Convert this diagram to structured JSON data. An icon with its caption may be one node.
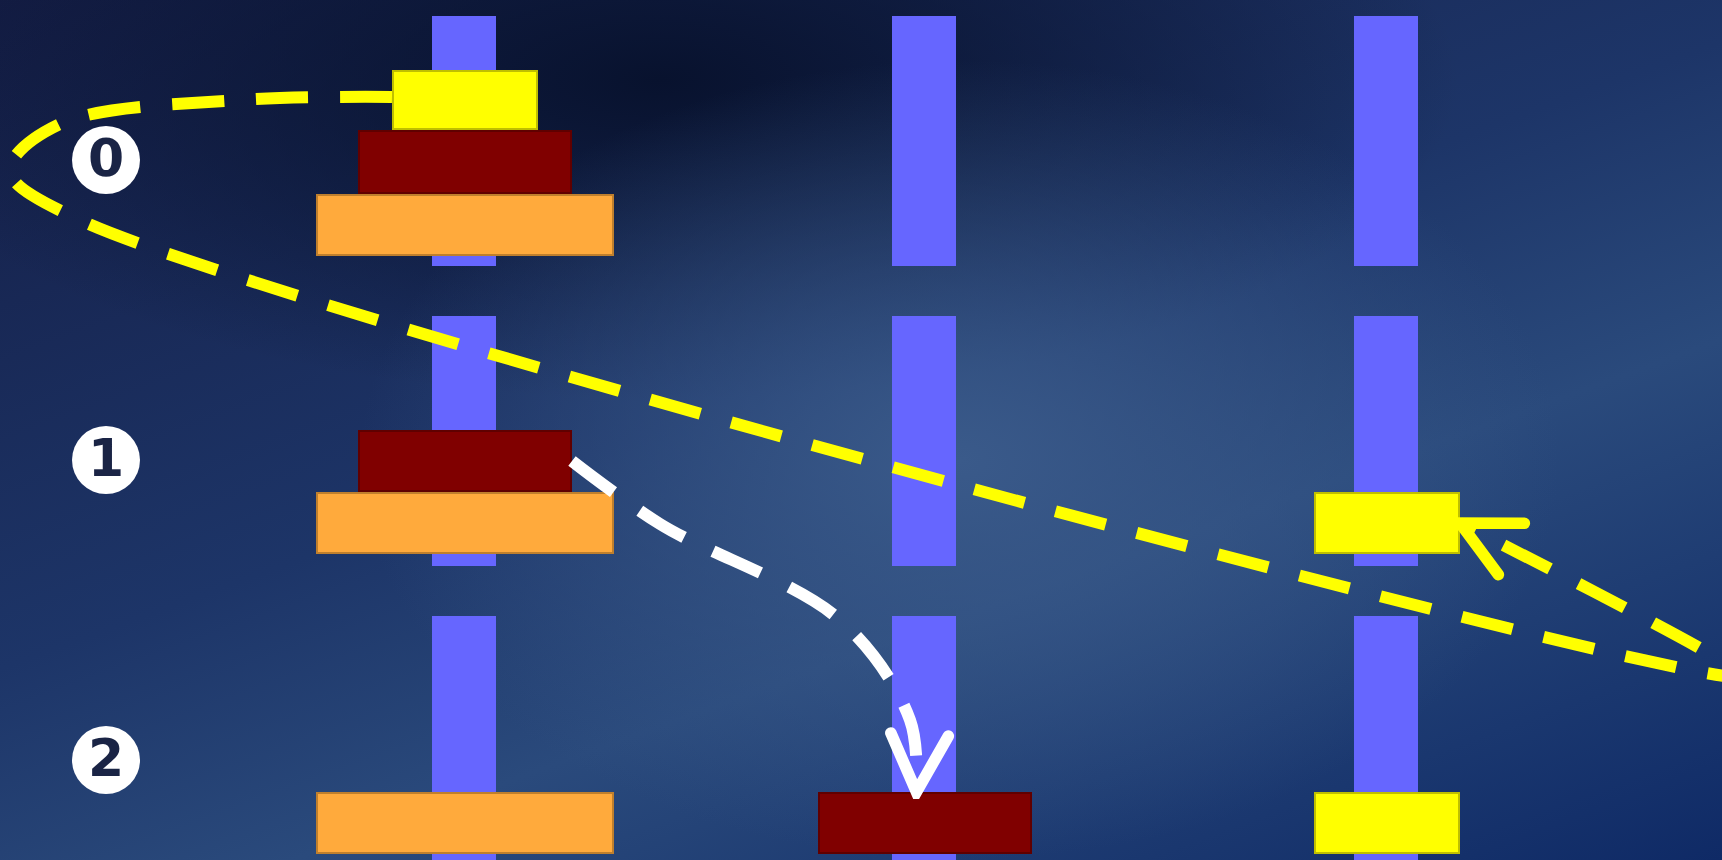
{
  "diagram": {
    "nodes": [
      {
        "text": [],
        "shape": "bar"
      },
      {
        "text": [],
        "shape": "bar"
      },
      {
        "text": [],
        "shape": "bar"
      },
      {
        "text": [],
        "shape": "bar"
      },
      {
        "text": [],
        "shape": "bar"
      },
      {
        "text": [],
        "shape": "bar"
      },
      {
        "text": [],
        "shape": "bar"
      },
      {
        "text": [],
        "shape": "bar"
      },
      {
        "text": [],
        "shape": "bar"
      }
    ],
    "edges": [
      {
        "from": 0,
        "to": 5,
        "arrow": "to",
        "style": "dashed",
        "color": "#ffff00"
      },
      {
        "from": 3,
        "to": 7,
        "arrow": "to",
        "style": "dashed",
        "color": "#ffffff"
      }
    ],
    "labels": [
      "0",
      "1",
      "2"
    ]
  }
}
